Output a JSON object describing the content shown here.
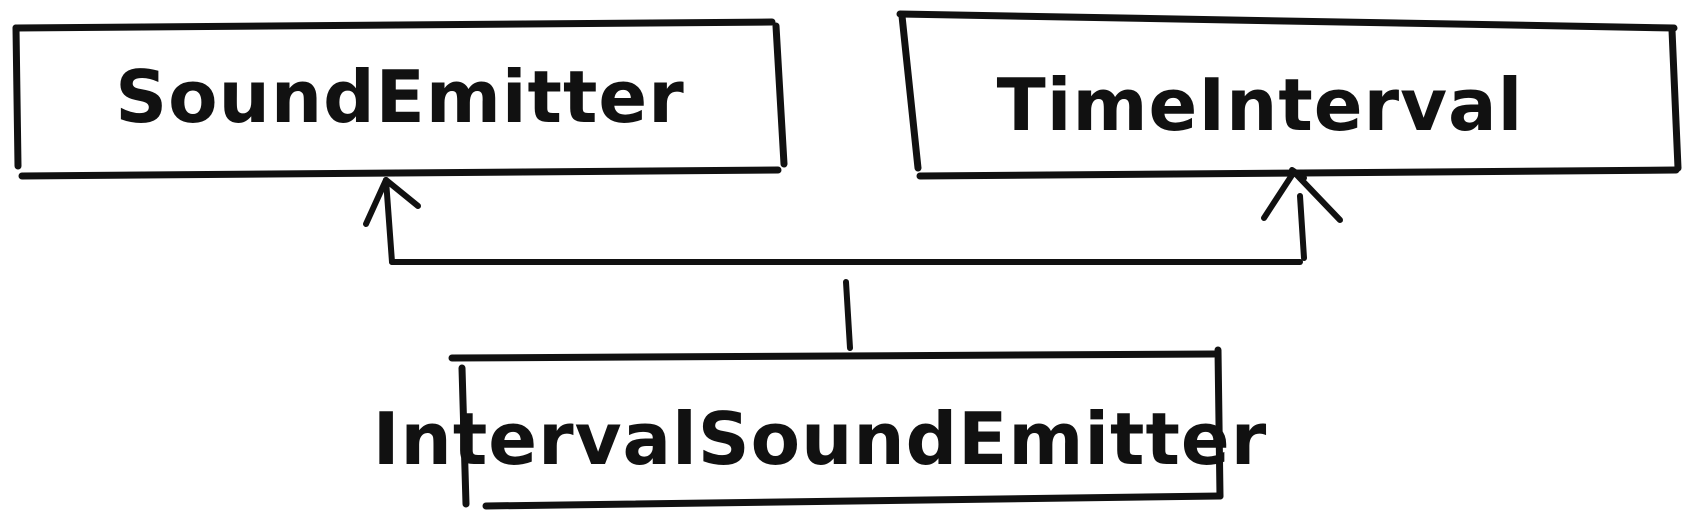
{
  "diagram": {
    "classes": [
      {
        "id": "sound-emitter",
        "name": "SoundEmitter"
      },
      {
        "id": "time-interval",
        "name": "TimeInterval"
      },
      {
        "id": "interval-sound-emitter",
        "name": "IntervalSoundEmitter"
      }
    ],
    "relations": [
      {
        "from": "interval-sound-emitter",
        "to": "sound-emitter",
        "type": "inheritance"
      },
      {
        "from": "interval-sound-emitter",
        "to": "time-interval",
        "type": "inheritance"
      }
    ],
    "colors": {
      "ink": "#111111",
      "background": "#ffffff"
    }
  }
}
